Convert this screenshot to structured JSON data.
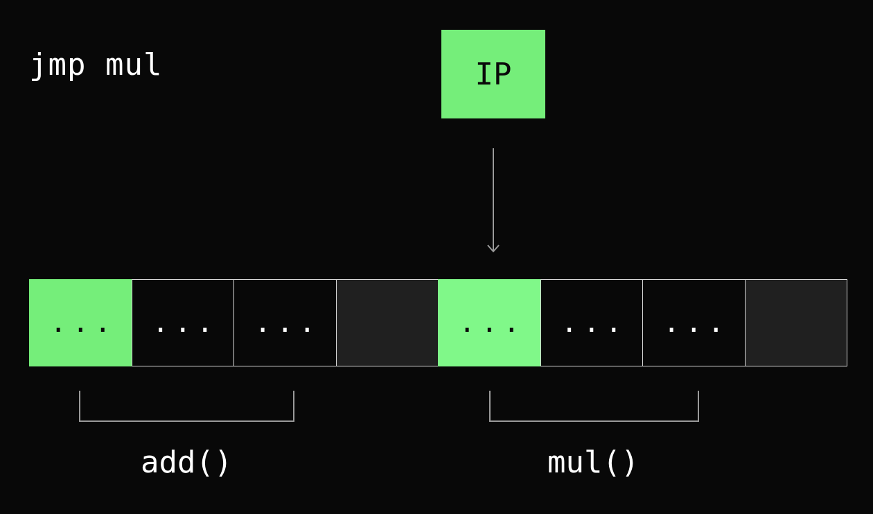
{
  "instruction": "jmp mul",
  "register": {
    "label": "IP"
  },
  "memory": {
    "cells": [
      {
        "text": "...",
        "state": "green-a"
      },
      {
        "text": "...",
        "state": "normal"
      },
      {
        "text": "...",
        "state": "normal"
      },
      {
        "text": "",
        "state": "gray"
      },
      {
        "text": "...",
        "state": "green-b"
      },
      {
        "text": "...",
        "state": "normal"
      },
      {
        "text": "...",
        "state": "normal"
      },
      {
        "text": "",
        "state": "gray"
      }
    ]
  },
  "functions": {
    "add": "add()",
    "mul": "mul()"
  },
  "colors": {
    "background": "#080808",
    "ip_green": "#75ee7a",
    "active_green": "#80f889",
    "empty_cell": "#202020",
    "line": "#9a9a9a"
  }
}
